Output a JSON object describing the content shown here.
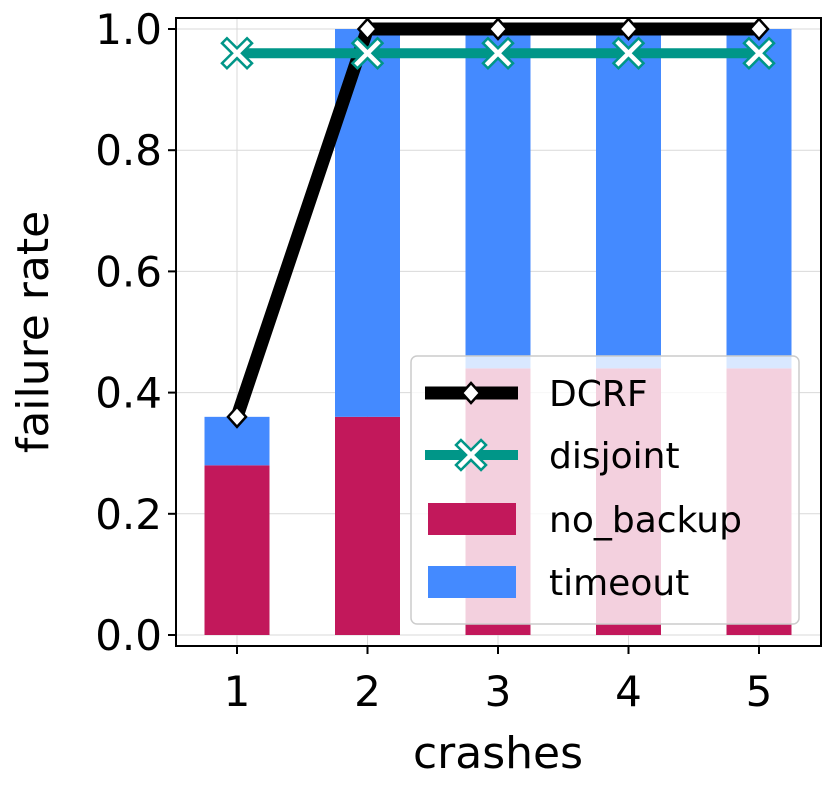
{
  "chart_data": {
    "type": "bar",
    "categories": [
      "1",
      "2",
      "3",
      "4",
      "5"
    ],
    "xlabel": "crashes",
    "ylabel": "failure rate",
    "ylim": [
      0,
      1.02
    ],
    "yticks": [
      "0.0",
      "0.2",
      "0.4",
      "0.6",
      "0.8",
      "1.0"
    ],
    "grid": true,
    "legend_position": "lower-right",
    "stacked_bars": [
      {
        "name": "no_backup",
        "color": "#c2185b",
        "values": [
          0.28,
          0.36,
          0.44,
          0.44,
          0.44
        ]
      },
      {
        "name": "timeout",
        "color": "#448aff",
        "values": [
          0.08,
          0.64,
          0.56,
          0.56,
          0.56
        ]
      }
    ],
    "lines": [
      {
        "name": "DCRF",
        "color": "#000000",
        "marker": "diamond",
        "values": [
          0.36,
          1.0,
          1.0,
          1.0,
          1.0
        ]
      },
      {
        "name": "disjoint",
        "color": "#009688",
        "marker": "x",
        "values": [
          0.96,
          0.96,
          0.96,
          0.96,
          0.96
        ]
      }
    ]
  }
}
